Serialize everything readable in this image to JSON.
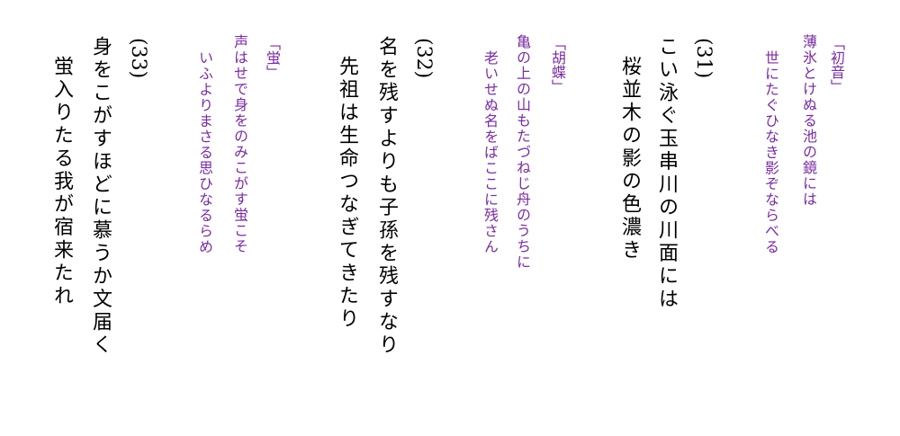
{
  "verses": [
    {
      "quote": {
        "title": "「初音」",
        "line1": "薄氷とけぬる池の鏡には",
        "line2": "世にたぐひなき影ぞならべる"
      },
      "poem": {
        "number": "(31)",
        "line1": "こい泳ぐ玉串川の川面には",
        "line2": "桜並木の影の色濃き"
      }
    },
    {
      "quote": {
        "title": "「胡蝶」",
        "line1": "亀の上の山もたづねじ舟のうちに",
        "line2": "老いせぬ名をばここに残さん"
      },
      "poem": {
        "number": "(32)",
        "line1": "名を残すよりも子孫を残すなり",
        "line2": "先祖は生命つなぎてきたり"
      }
    },
    {
      "quote": {
        "title": "「蛍」",
        "line1": "声はせで身をのみこがす蛍こそ",
        "line2": "いふよりまさる思ひなるらめ"
      },
      "poem": {
        "number": "(33)",
        "line1": "身をこがすほどに慕うか文届く",
        "line2": "蛍入りたる我が宿来たれ"
      }
    }
  ],
  "colors": {
    "quote": "#7a2ca0",
    "poem": "#000000",
    "background": "#ffffff"
  }
}
